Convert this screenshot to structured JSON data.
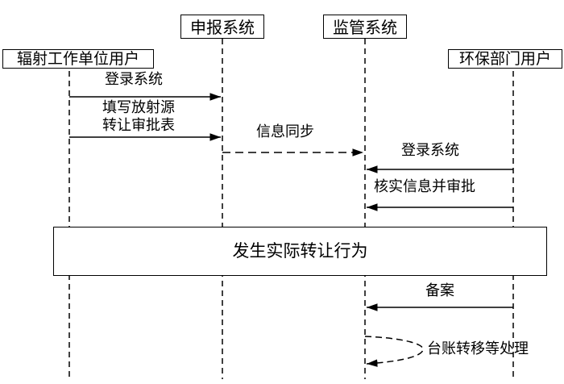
{
  "participants": {
    "unit_user": "辐射工作单位用户",
    "report_system": "申报系统",
    "supervision_system": "监管系统",
    "env_user": "环保部门用户"
  },
  "messages": {
    "login1": "登录系统",
    "fill_form_line1": "填写放射源",
    "fill_form_line2": "转让审批表",
    "sync": "信息同步",
    "login2": "登录系统",
    "verify": "核实信息并审批",
    "record": "备案",
    "ledger": "台账转移等处理"
  },
  "note": {
    "text": "发生实际转让行为"
  }
}
